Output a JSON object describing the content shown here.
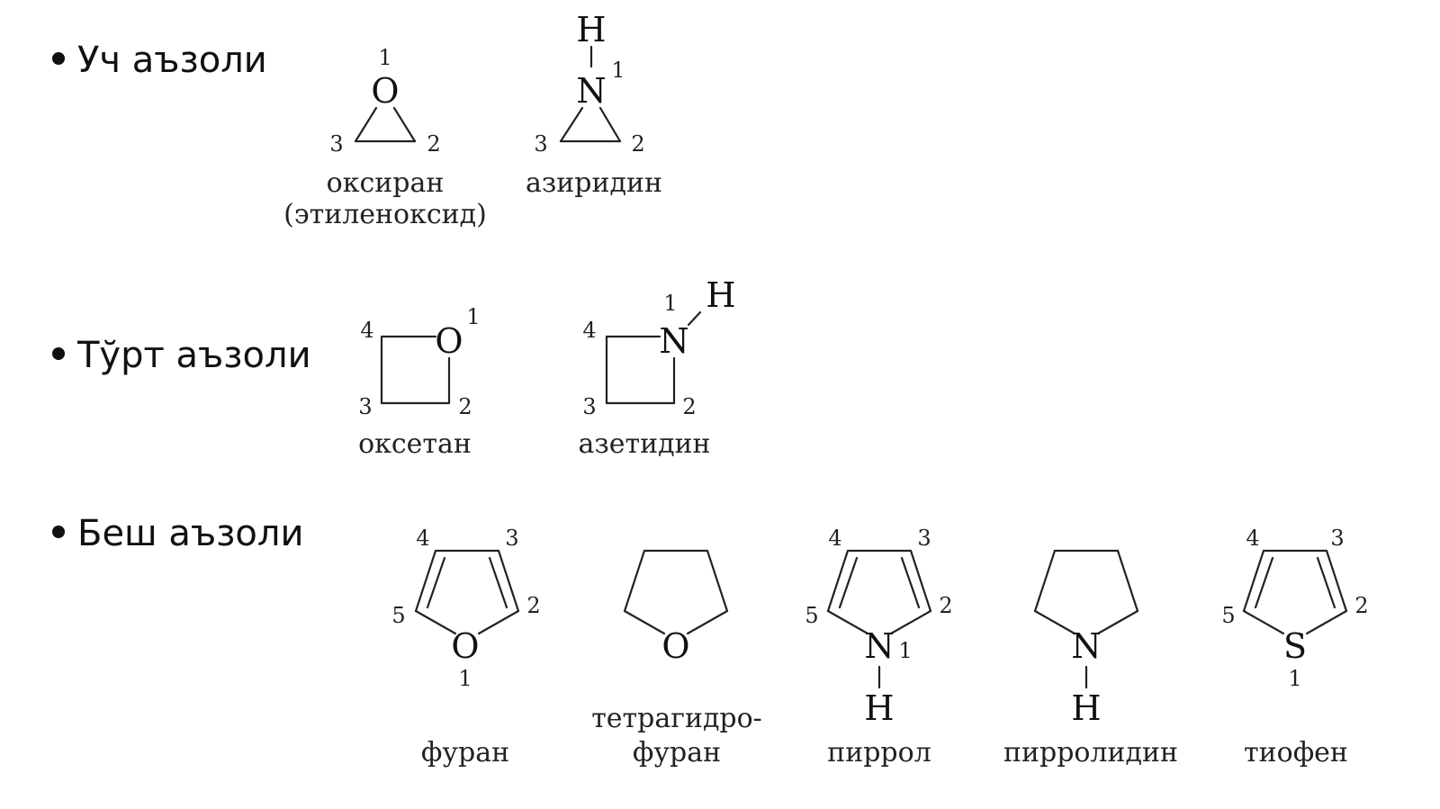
{
  "bullets": [
    {
      "label": "Уч аъзоли"
    },
    {
      "label": "Тўрт аъзоли"
    },
    {
      "label": "Беш аъзоли"
    }
  ],
  "molecules": {
    "oxirane": {
      "atom": "O",
      "nums": [
        "1",
        "2",
        "3"
      ],
      "name": "оксиран",
      "name2": "(этиленоксид)"
    },
    "aziridine": {
      "atom": "N",
      "h": "H",
      "nums": [
        "1",
        "2",
        "3"
      ],
      "name": "азиридин"
    },
    "oxetane": {
      "atom": "O",
      "nums": [
        "1",
        "2",
        "3",
        "4"
      ],
      "name": "оксетан"
    },
    "azetidine": {
      "atom": "N",
      "h": "H",
      "nums": [
        "1",
        "2",
        "3",
        "4"
      ],
      "name": "азетидин"
    },
    "furan": {
      "atom": "O",
      "nums": [
        "1",
        "2",
        "3",
        "4",
        "5"
      ],
      "name": "фуран"
    },
    "thf": {
      "atom": "O",
      "name": "тетрагидро-",
      "name2": "фуран"
    },
    "pyrrole": {
      "atom": "N",
      "h": "H",
      "nums": [
        "1",
        "2",
        "3",
        "4",
        "5"
      ],
      "name": "пиррол"
    },
    "pyrrolidine": {
      "atom": "N",
      "h": "H",
      "name": "пирролидин"
    },
    "thiophene": {
      "atom": "S",
      "nums": [
        "1",
        "2",
        "3",
        "4",
        "5"
      ],
      "name": "тиофен"
    }
  }
}
